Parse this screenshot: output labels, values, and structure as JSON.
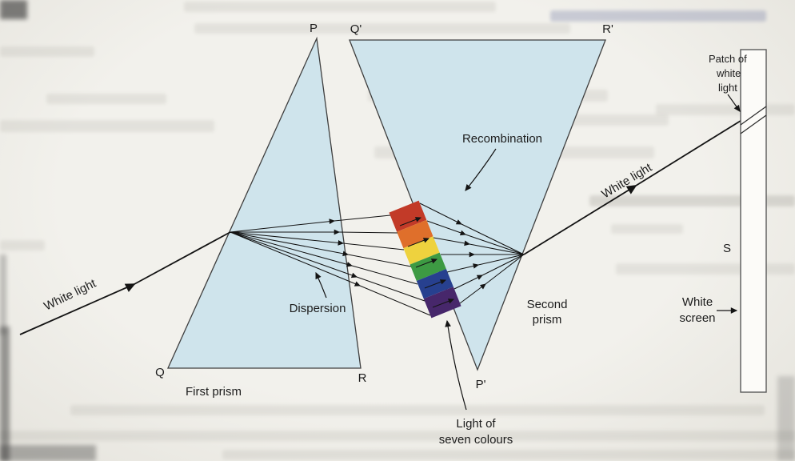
{
  "diagram": {
    "vertex_labels": {
      "p": "P",
      "q": "Q",
      "r": "R",
      "q_prime": "Q'",
      "r_prime": "R'",
      "p_prime": "P'"
    },
    "labels": {
      "first_prism": "First prism",
      "second_prism": [
        "Second",
        "prism"
      ],
      "white_light_incident": "White light",
      "white_light_emergent": "White light",
      "dispersion": "Dispersion",
      "recombination": "Recombination",
      "light_of_seven_colours": [
        "Light of",
        "seven colours"
      ],
      "patch_of_white_light": [
        "Patch of",
        "white",
        "light"
      ],
      "screen_letter": "S",
      "white_screen": [
        "White",
        "screen"
      ]
    },
    "colors": {
      "prism_fill": "#cfe4ec",
      "prism_edge": "#3f3f3f",
      "ray_ink": "#141414",
      "paper": "#f2f1ec",
      "spectrum": [
        "#c23a28",
        "#df6f2b",
        "#eed23e",
        "#3d9a43",
        "#27408f",
        "#47276b"
      ]
    }
  }
}
